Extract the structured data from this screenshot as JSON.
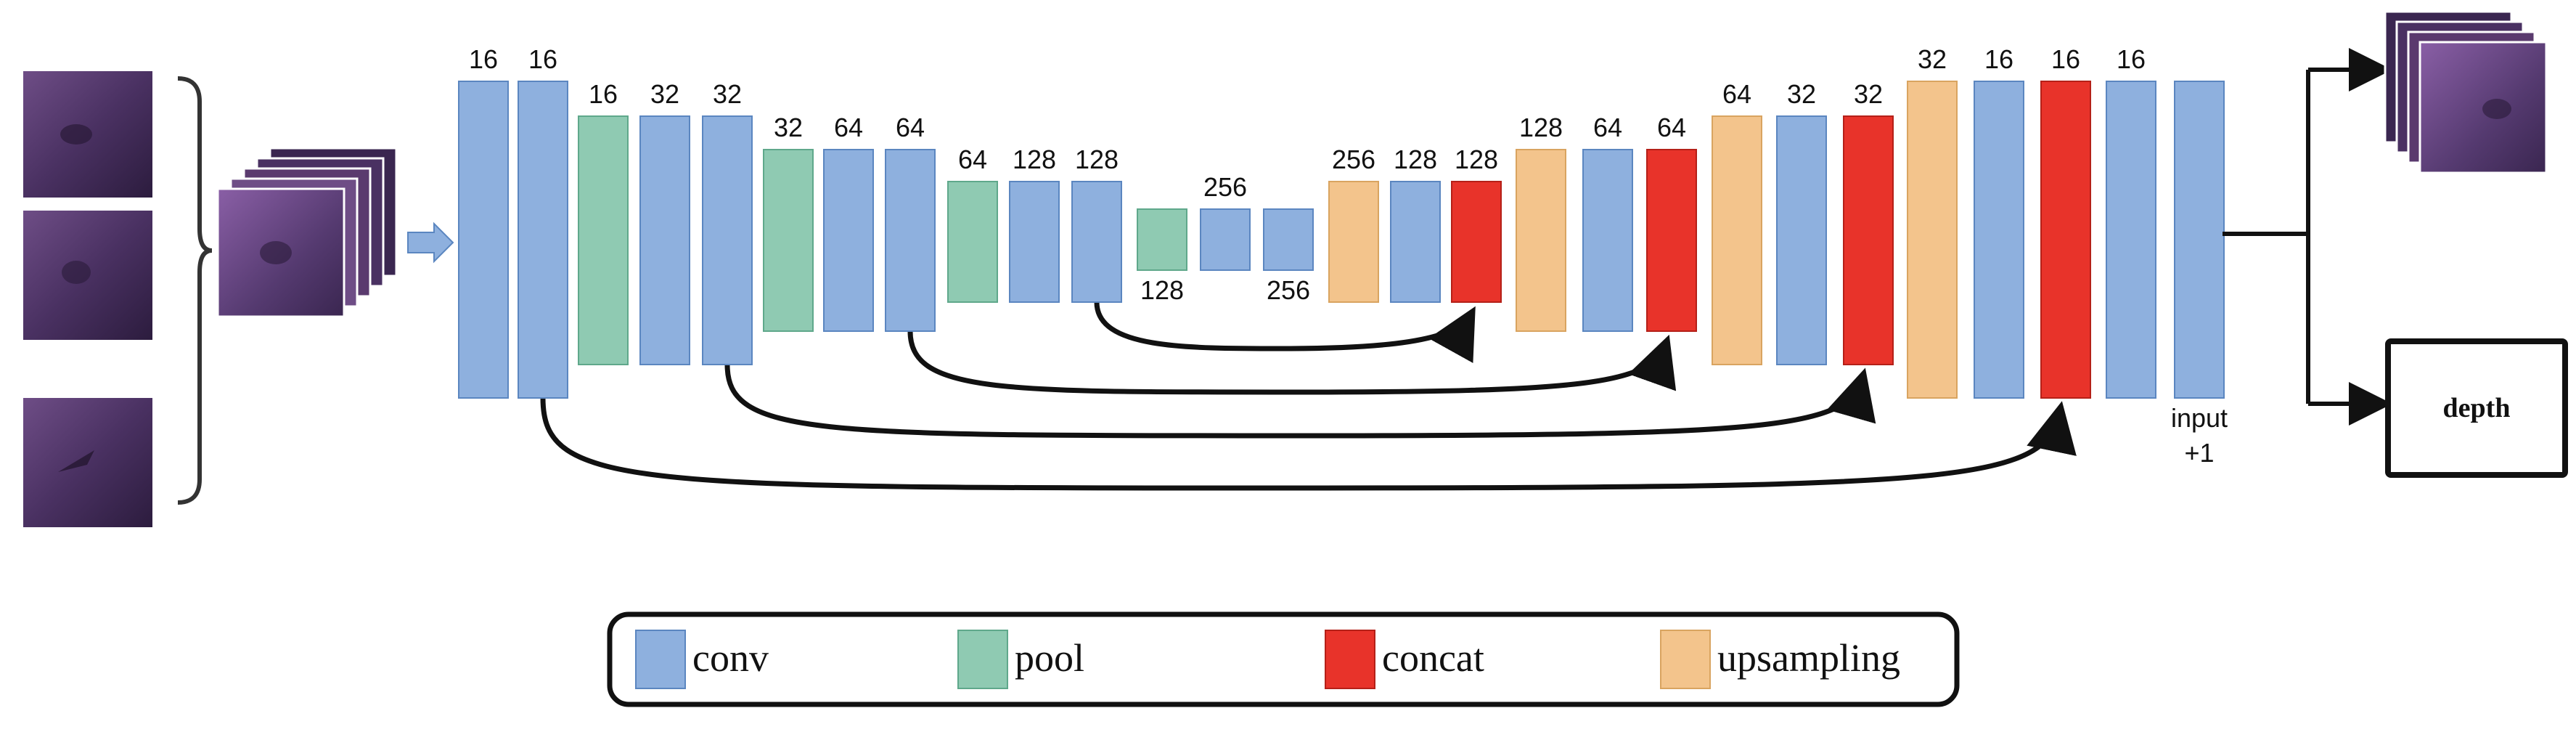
{
  "colors": {
    "conv": "#8EB0DE",
    "pool": "#8FCAB2",
    "concat": "#E8332A",
    "upsampling": "#F3C48C",
    "stroke_conv": "#5B86C0",
    "stroke_pool": "#5FA88B",
    "stroke_concat": "#B52018",
    "stroke_upsampling": "#D9A460",
    "input_image": "#5a3a6e"
  },
  "blocks": [
    {
      "type": "conv",
      "top_label": "16"
    },
    {
      "type": "conv",
      "top_label": "16"
    },
    {
      "type": "pool",
      "top_label": "16"
    },
    {
      "type": "conv",
      "top_label": "32"
    },
    {
      "type": "conv",
      "top_label": "32"
    },
    {
      "type": "pool",
      "top_label": "32"
    },
    {
      "type": "conv",
      "top_label": "64"
    },
    {
      "type": "conv",
      "top_label": "64"
    },
    {
      "type": "pool",
      "top_label": "64"
    },
    {
      "type": "conv",
      "top_label": "128"
    },
    {
      "type": "conv",
      "top_label": "128"
    },
    {
      "type": "pool",
      "bottom_label": "128"
    },
    {
      "type": "conv",
      "top_label": "256"
    },
    {
      "type": "conv",
      "bottom_label": "256"
    },
    {
      "type": "upsampling",
      "top_label": "256"
    },
    {
      "type": "conv",
      "top_label": "128"
    },
    {
      "type": "concat",
      "top_label": "128"
    },
    {
      "type": "upsampling",
      "top_label": "128"
    },
    {
      "type": "conv",
      "top_label": "64"
    },
    {
      "type": "concat",
      "top_label": "64"
    },
    {
      "type": "upsampling",
      "top_label": "64"
    },
    {
      "type": "conv",
      "top_label": "32"
    },
    {
      "type": "concat",
      "top_label": "32"
    },
    {
      "type": "upsampling",
      "top_label": "32"
    },
    {
      "type": "conv",
      "top_label": "16"
    },
    {
      "type": "concat",
      "top_label": "16"
    },
    {
      "type": "conv",
      "top_label": "16"
    },
    {
      "type": "conv",
      "bottom_label": "input\n+1"
    }
  ],
  "skip_connections": [
    {
      "from": 10,
      "to": 16
    },
    {
      "from": 7,
      "to": 19
    },
    {
      "from": 4,
      "to": 22
    },
    {
      "from": 1,
      "to": 25
    }
  ],
  "output_box": {
    "label": "depth"
  },
  "legend": [
    {
      "type": "conv",
      "label": "conv"
    },
    {
      "type": "pool",
      "label": "pool"
    },
    {
      "type": "concat",
      "label": "concat"
    },
    {
      "type": "upsampling",
      "label": "upsampling"
    }
  ]
}
